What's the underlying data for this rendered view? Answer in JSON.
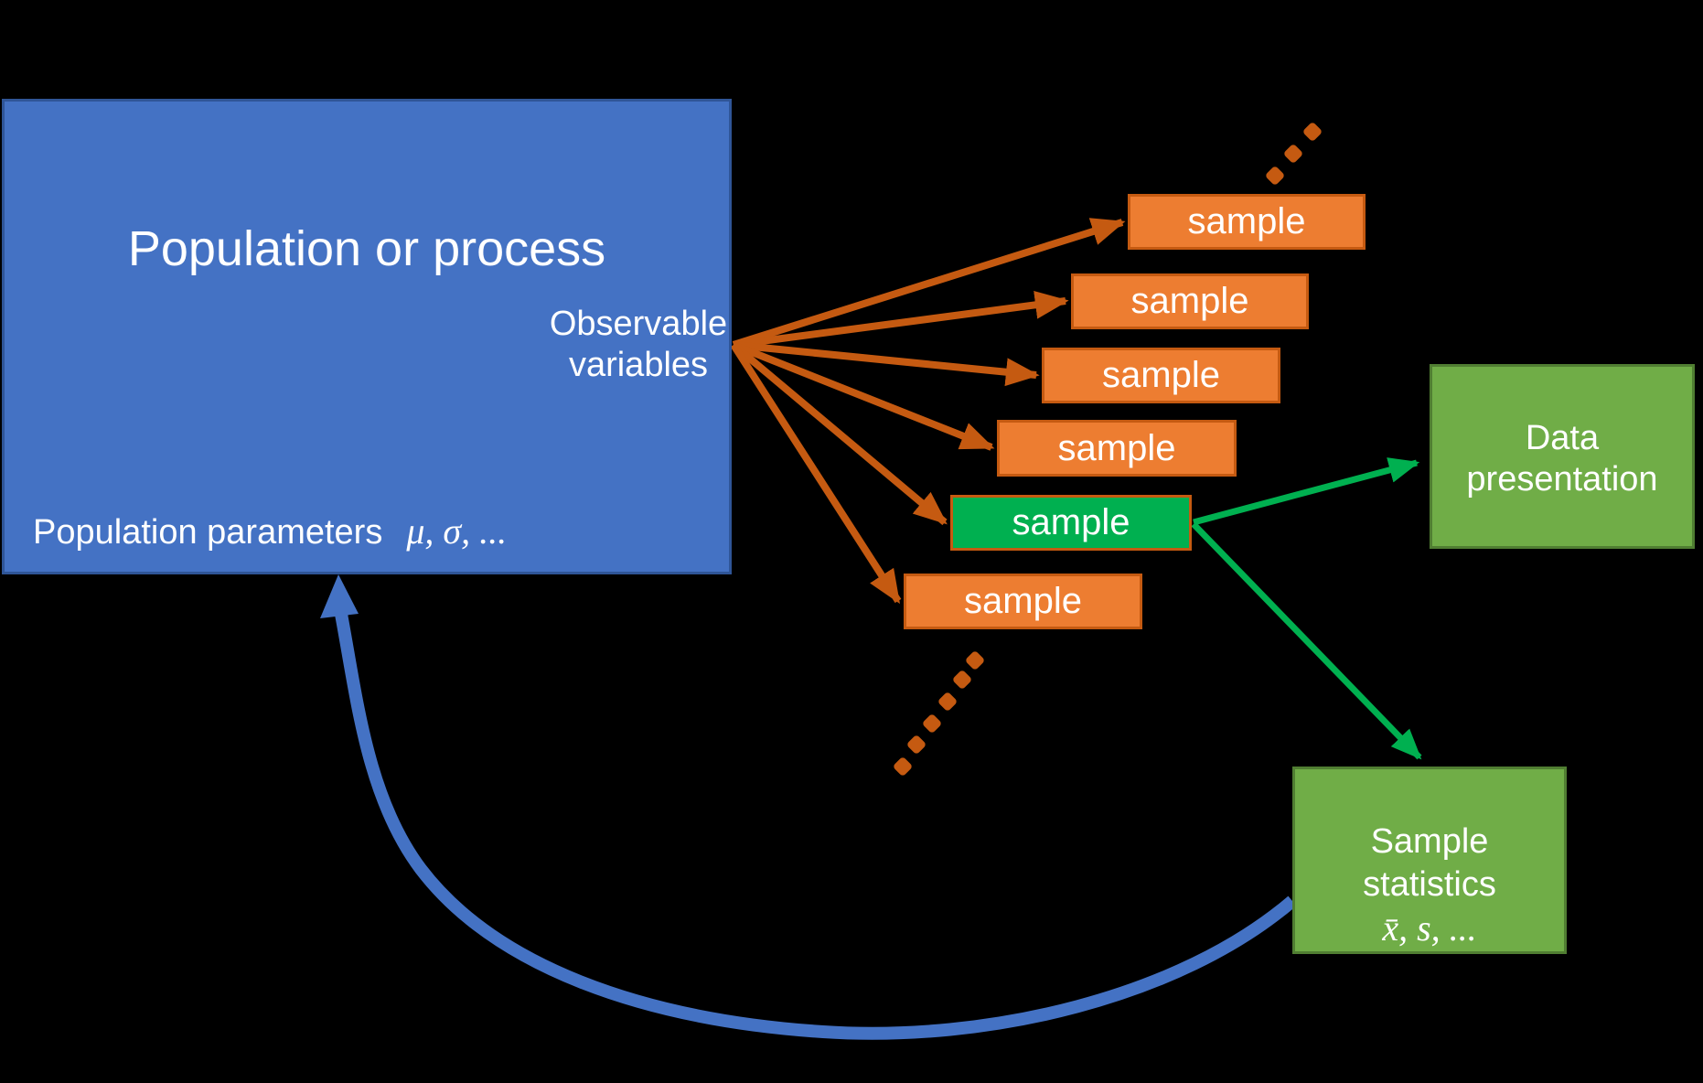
{
  "colors": {
    "bg": "#000000",
    "blue-fill": "#4472C4",
    "blue-border": "#2F5597",
    "orange-fill": "#ED7D31",
    "orange-border": "#C55A11",
    "arrow-orange": "#C55A11",
    "green-box-fill": "#00B050",
    "arrow-green": "#00B050",
    "green-big-fill": "#70AD47",
    "green-big-border": "#507E32",
    "arrow-blue": "#4472C4",
    "text-white": "#FFFFFF"
  },
  "population_box": {
    "title": "Population or process",
    "observable_line1": "Observable",
    "observable_line2": "variables",
    "parameters_label": "Population parameters",
    "parameters_symbols": "μ, σ, ..."
  },
  "sample_boxes": {
    "label": "sample"
  },
  "data_presentation_box": {
    "line1": "Data",
    "line2": "presentation"
  },
  "sample_statistics_box": {
    "line1": "Sample",
    "line2": "statistics",
    "symbols": "x̄, s, ..."
  }
}
